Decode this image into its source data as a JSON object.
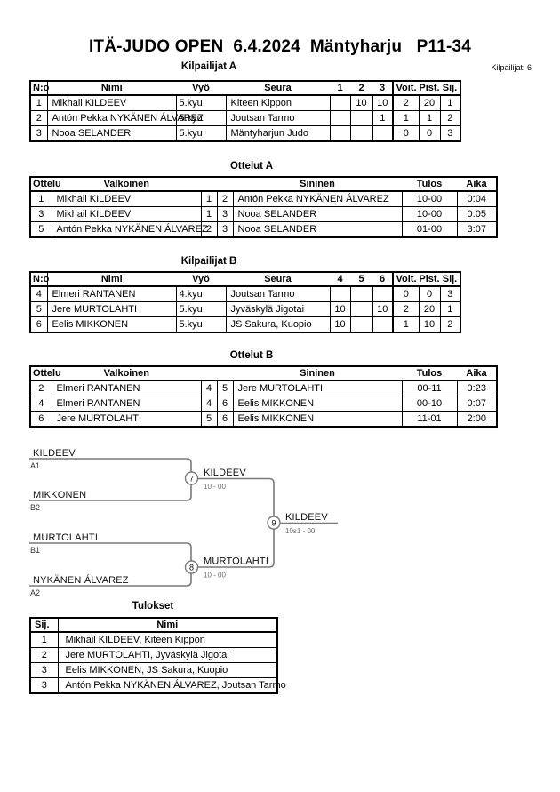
{
  "title": "ITÄ-JUDO OPEN  6.4.2024  Mäntyharju   P11-34",
  "competitors_label": "Kilpailijat: 6",
  "colors": {
    "table_border": "#000000",
    "bracket_line": "#7a7a7a",
    "score_text": "#6e6e6e"
  },
  "ka": {
    "heading": "Kilpailijat A",
    "h": [
      "N:o",
      "Nimi",
      "Vyö",
      "Seura",
      "1",
      "2",
      "3",
      "Voit.",
      "Pist.",
      "Sij."
    ],
    "r": [
      [
        "1",
        "Mikhail KILDEEV",
        "5.kyu",
        "Kiteen Kippon",
        "",
        "10",
        "10",
        "2",
        "20",
        "1"
      ],
      [
        "2",
        "Antón Pekka NYKÄNEN ÁLVAREZ",
        "5.kyu",
        "Joutsan Tarmo",
        "",
        "",
        "1",
        "1",
        "1",
        "2"
      ],
      [
        "3",
        "Nooa SELANDER",
        "5.kyu",
        "Mäntyharjun Judo",
        "",
        "",
        "",
        "0",
        "0",
        "3"
      ]
    ]
  },
  "oa": {
    "heading": "Ottelut A",
    "h": [
      "Ottelu",
      "Valkoinen",
      "Sininen",
      "Tulos",
      "Aika"
    ],
    "r": [
      [
        "1",
        "Mikhail KILDEEV",
        "1",
        "2",
        "Antón Pekka NYKÄNEN ÁLVAREZ",
        "10-00",
        "0:04"
      ],
      [
        "3",
        "Mikhail KILDEEV",
        "1",
        "3",
        "Nooa SELANDER",
        "10-00",
        "0:05"
      ],
      [
        "5",
        "Antón Pekka NYKÄNEN ÁLVAREZ",
        "2",
        "3",
        "Nooa SELANDER",
        "01-00",
        "3:07"
      ]
    ]
  },
  "kb": {
    "heading": "Kilpailijat B",
    "h": [
      "N:o",
      "Nimi",
      "Vyö",
      "Seura",
      "4",
      "5",
      "6",
      "Voit.",
      "Pist.",
      "Sij."
    ],
    "r": [
      [
        "4",
        "Elmeri RANTANEN",
        "4.kyu",
        "Joutsan Tarmo",
        "",
        "",
        "",
        "0",
        "0",
        "3"
      ],
      [
        "5",
        "Jere MURTOLAHTI",
        "5.kyu",
        "Jyväskylä Jigotai",
        "10",
        "",
        "10",
        "2",
        "20",
        "1"
      ],
      [
        "6",
        "Eelis MIKKONEN",
        "5.kyu",
        "JS Sakura, Kuopio",
        "10",
        "",
        "",
        "1",
        "10",
        "2"
      ]
    ]
  },
  "ob": {
    "heading": "Ottelut B",
    "h": [
      "Ottelu",
      "Valkoinen",
      "Sininen",
      "Tulos",
      "Aika"
    ],
    "r": [
      [
        "2",
        "Elmeri RANTANEN",
        "4",
        "5",
        "Jere MURTOLAHTI",
        "00-11",
        "0:23"
      ],
      [
        "4",
        "Elmeri RANTANEN",
        "4",
        "6",
        "Eelis MIKKONEN",
        "00-10",
        "0:07"
      ],
      [
        "6",
        "Jere MURTOLAHTI",
        "5",
        "6",
        "Eelis MIKKONEN",
        "11-01",
        "2:00"
      ]
    ]
  },
  "bracket": {
    "entries": [
      {
        "name": "KILDEEV",
        "seed": "A1"
      },
      {
        "name": "MIKKONEN",
        "seed": "B2"
      },
      {
        "name": "MURTOLAHTI",
        "seed": "B1"
      },
      {
        "name": "NYKÄNEN ÁLVAREZ",
        "seed": "A2"
      }
    ],
    "matches": [
      {
        "no": "7",
        "winner": "KILDEEV",
        "score": "10 - 00"
      },
      {
        "no": "8",
        "winner": "MURTOLAHTI",
        "score": "10 - 00"
      },
      {
        "no": "9",
        "winner": "KILDEEV",
        "score": "10s1 - 00"
      }
    ]
  },
  "tulokset": {
    "heading": "Tulokset",
    "h": [
      "Sij.",
      "Nimi"
    ],
    "r": [
      [
        "1",
        "Mikhail KILDEEV, Kiteen Kippon"
      ],
      [
        "2",
        "Jere MURTOLAHTI, Jyväskylä Jigotai"
      ],
      [
        "3",
        "Eelis MIKKONEN, JS Sakura, Kuopio"
      ],
      [
        "3",
        "Antón Pekka NYKÄNEN ÁLVAREZ, Joutsan Tarmo"
      ]
    ]
  }
}
